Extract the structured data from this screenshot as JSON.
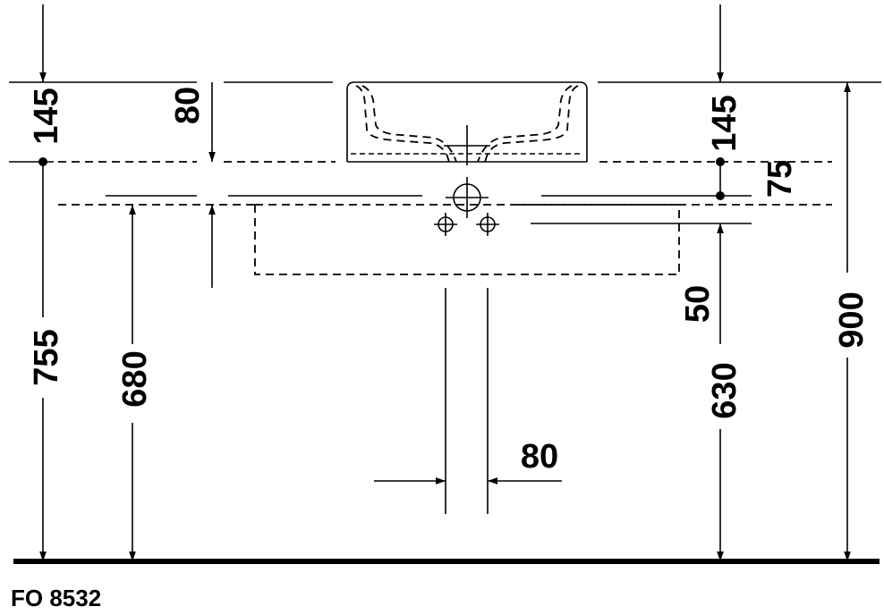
{
  "dimensions": {
    "left_top": "145",
    "left_inner_top": "80",
    "right_top": "145",
    "right_75": "75",
    "left_755": "755",
    "left_680": "680",
    "right_50": "50",
    "right_630": "630",
    "right_900": "900",
    "bottom_80": "80"
  },
  "reference_code": "FO 8532"
}
